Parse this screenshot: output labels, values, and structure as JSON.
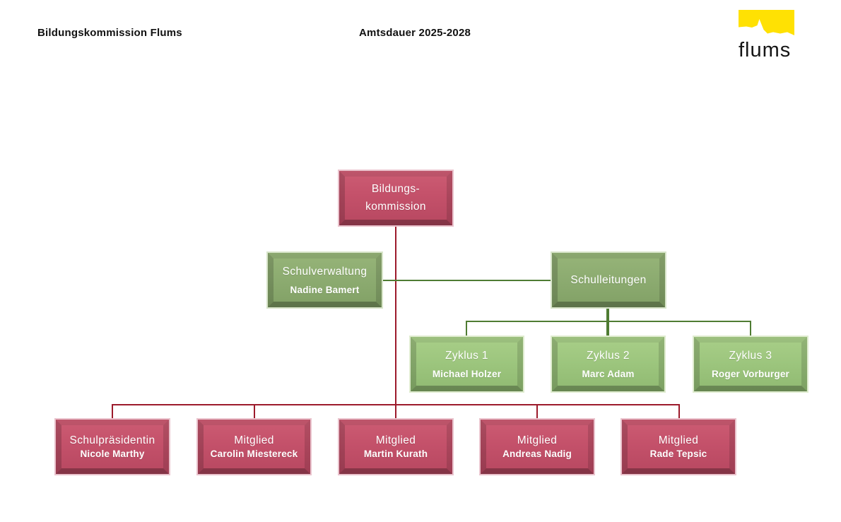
{
  "header": {
    "title": "Bildungskommission Flums",
    "subtitle": "Amtsdauer 2025-2028"
  },
  "logo": {
    "text": "flums",
    "mountain_icon": "yellow-block-with-white-mountain-ridge",
    "yellow": "#FFE103",
    "text_color": "#151515"
  },
  "colors": {
    "node_red": "#C4516A",
    "node_green_mid": "#8CAB70",
    "node_green_light": "#9CC57D",
    "connector_red": "#9C1A2B",
    "connector_green": "#4F7C33",
    "background": "#FFFFFF"
  },
  "org": {
    "root": {
      "line1": "Bildungs-",
      "line2": "kommission"
    },
    "schulverwaltung": {
      "title": "Schulverwaltung",
      "name": "Nadine Bamert"
    },
    "schulleitungen": {
      "title": "Schulleitungen"
    },
    "zyklus": [
      {
        "title": "Zyklus 1",
        "name": "Michael Holzer"
      },
      {
        "title": "Zyklus 2",
        "name": "Marc Adam"
      },
      {
        "title": "Zyklus 3",
        "name": "Roger Vorburger"
      }
    ],
    "members": [
      {
        "title": "Schulpräsidentin",
        "name": "Nicole Marthy"
      },
      {
        "title": "Mitglied",
        "name": "Carolin Miestereck"
      },
      {
        "title": "Mitglied",
        "name": "Martin Kurath"
      },
      {
        "title": "Mitglied",
        "name": "Andreas Nadig"
      },
      {
        "title": "Mitglied",
        "name": "Rade Tepsic"
      }
    ]
  }
}
